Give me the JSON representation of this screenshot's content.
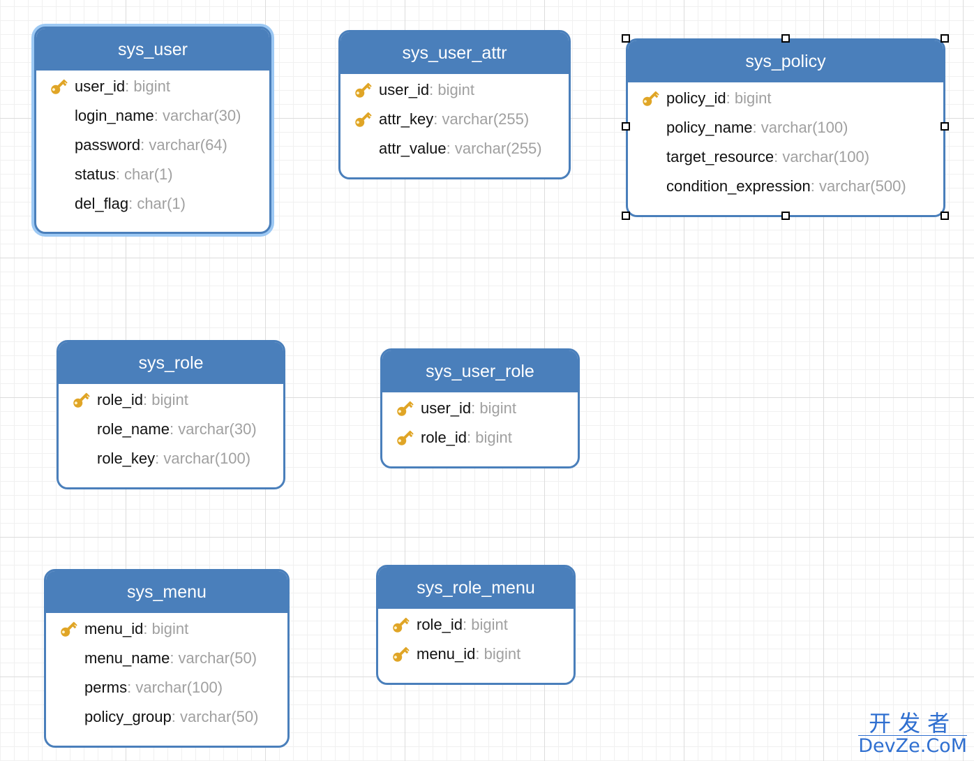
{
  "tables": [
    {
      "name": "sys_user",
      "selected_style": "glow",
      "fields": [
        {
          "name": "user_id",
          "type": "bigint",
          "key": true
        },
        {
          "name": "login_name",
          "type": "varchar(30)",
          "key": false
        },
        {
          "name": "password",
          "type": "varchar(64)",
          "key": false
        },
        {
          "name": "status",
          "type": "char(1)",
          "key": false
        },
        {
          "name": "del_flag",
          "type": "char(1)",
          "key": false
        }
      ]
    },
    {
      "name": "sys_user_attr",
      "fields": [
        {
          "name": "user_id",
          "type": "bigint",
          "key": true
        },
        {
          "name": "attr_key",
          "type": "varchar(255)",
          "key": true
        },
        {
          "name": "attr_value",
          "type": "varchar(255)",
          "key": false
        }
      ]
    },
    {
      "name": "sys_policy",
      "selected_style": "handles",
      "fields": [
        {
          "name": "policy_id",
          "type": "bigint",
          "key": true
        },
        {
          "name": "policy_name",
          "type": "varchar(100)",
          "key": false
        },
        {
          "name": "target_resource",
          "type": "varchar(100)",
          "key": false
        },
        {
          "name": "condition_expression",
          "type": "varchar(500)",
          "key": false
        }
      ]
    },
    {
      "name": "sys_role",
      "fields": [
        {
          "name": "role_id",
          "type": "bigint",
          "key": true
        },
        {
          "name": "role_name",
          "type": "varchar(30)",
          "key": false
        },
        {
          "name": "role_key",
          "type": "varchar(100)",
          "key": false
        }
      ]
    },
    {
      "name": "sys_user_role",
      "fields": [
        {
          "name": "user_id",
          "type": "bigint",
          "key": true
        },
        {
          "name": "role_id",
          "type": "bigint",
          "key": true
        }
      ]
    },
    {
      "name": "sys_menu",
      "fields": [
        {
          "name": "menu_id",
          "type": "bigint",
          "key": true
        },
        {
          "name": "menu_name",
          "type": "varchar(50)",
          "key": false
        },
        {
          "name": "perms",
          "type": "varchar(100)",
          "key": false
        },
        {
          "name": "policy_group",
          "type": "varchar(50)",
          "key": false
        }
      ]
    },
    {
      "name": "sys_role_menu",
      "fields": [
        {
          "name": "role_id",
          "type": "bigint",
          "key": true
        },
        {
          "name": "menu_id",
          "type": "bigint",
          "key": true
        }
      ]
    }
  ],
  "separator": ": ",
  "colors": {
    "header": "#4a7fbb",
    "border": "#4a7fbb",
    "selection_glow": "#9cc8f3",
    "field_name": "#111111",
    "field_type": "#a0a0a0",
    "key_icon": "#e0a526"
  },
  "icons": {
    "primary_key": "key-icon"
  },
  "watermark": {
    "top": "开发者",
    "bottom": "DevZe.CoM"
  }
}
